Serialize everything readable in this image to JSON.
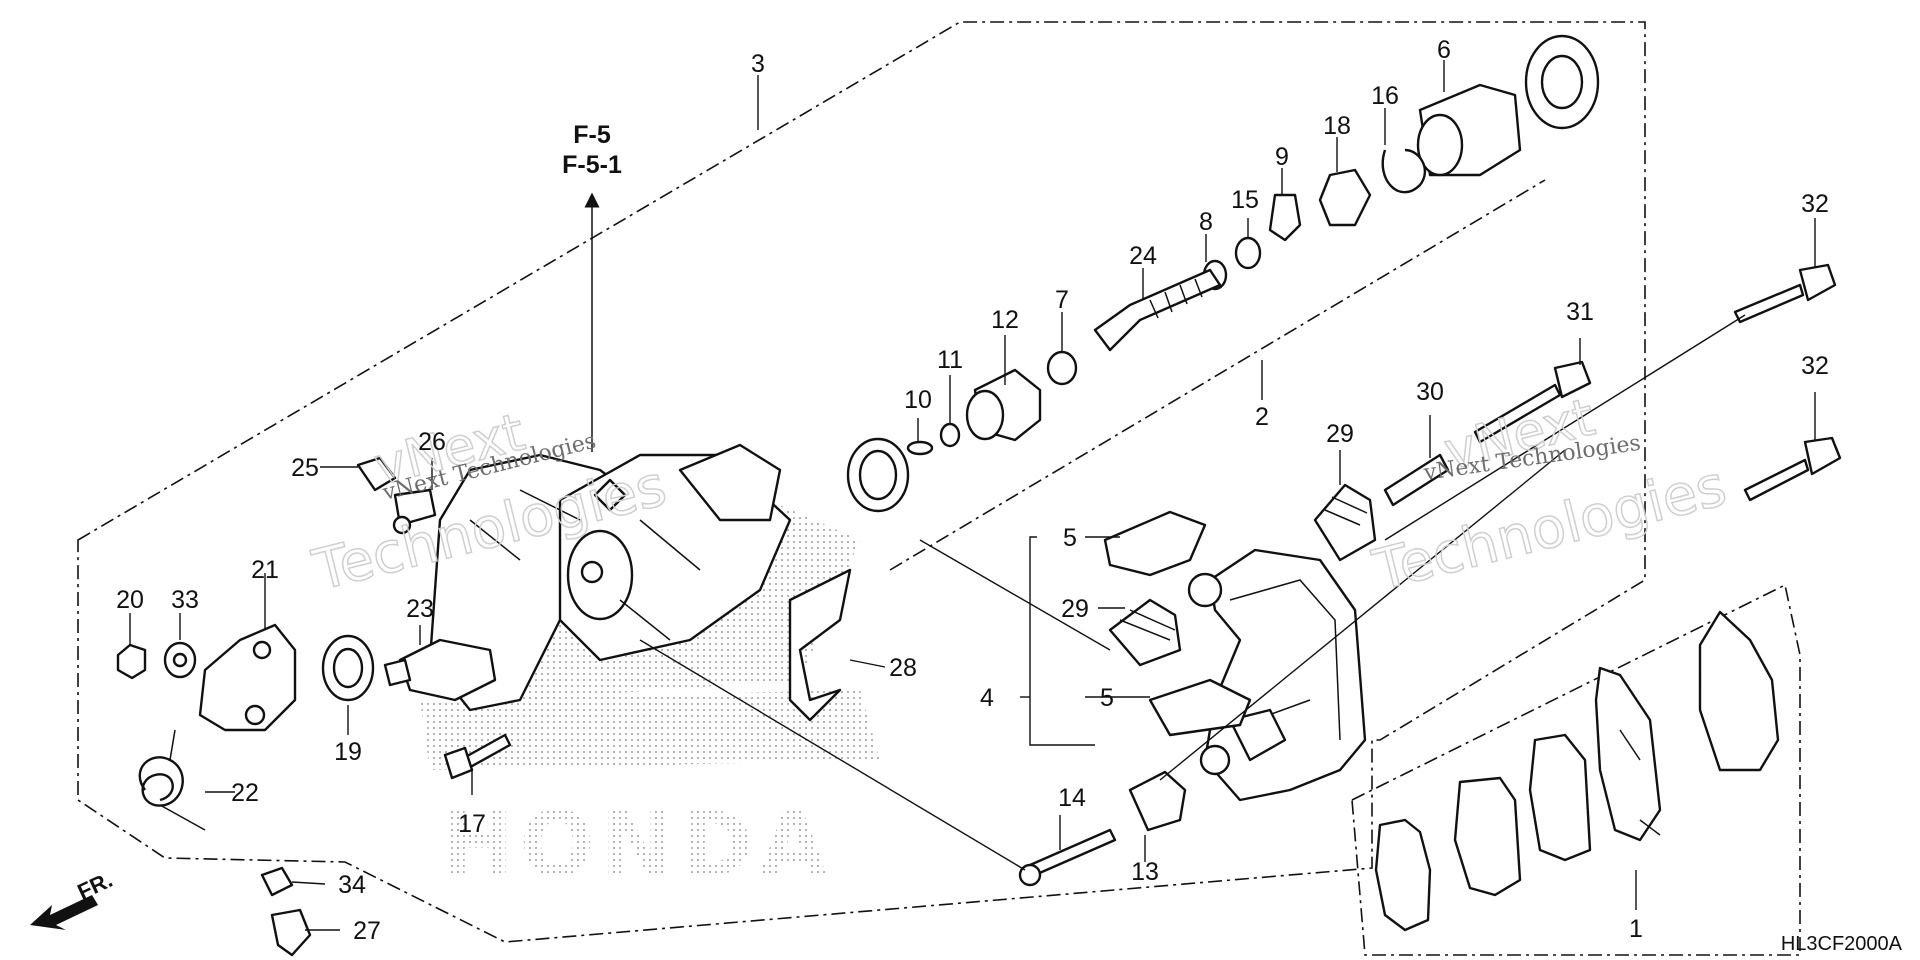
{
  "diagram": {
    "reference": [
      "F-5",
      "F-5-1"
    ],
    "drawing_code": "HL3CF2000A",
    "front_marker": "FR.",
    "watermark": [
      "vNext",
      "Technologies",
      "vNext Technologies"
    ],
    "logo_text": "HONDA",
    "callouts": {
      "c1": "1",
      "c2": "2",
      "c3": "3",
      "c4": "4",
      "c5a": "5",
      "c5b": "5",
      "c6": "6",
      "c7": "7",
      "c8": "8",
      "c9": "9",
      "c10": "10",
      "c11": "11",
      "c12": "12",
      "c13": "13",
      "c14": "14",
      "c15": "15",
      "c16": "16",
      "c17": "17",
      "c18": "18",
      "c19": "19",
      "c20": "20",
      "c21": "21",
      "c22": "22",
      "c23": "23",
      "c24": "24",
      "c25": "25",
      "c26": "26",
      "c27": "27",
      "c28": "28",
      "c29a": "29",
      "c29b": "29",
      "c30": "30",
      "c31": "31",
      "c32a": "32",
      "c32b": "32",
      "c33": "33",
      "c34": "34"
    }
  }
}
